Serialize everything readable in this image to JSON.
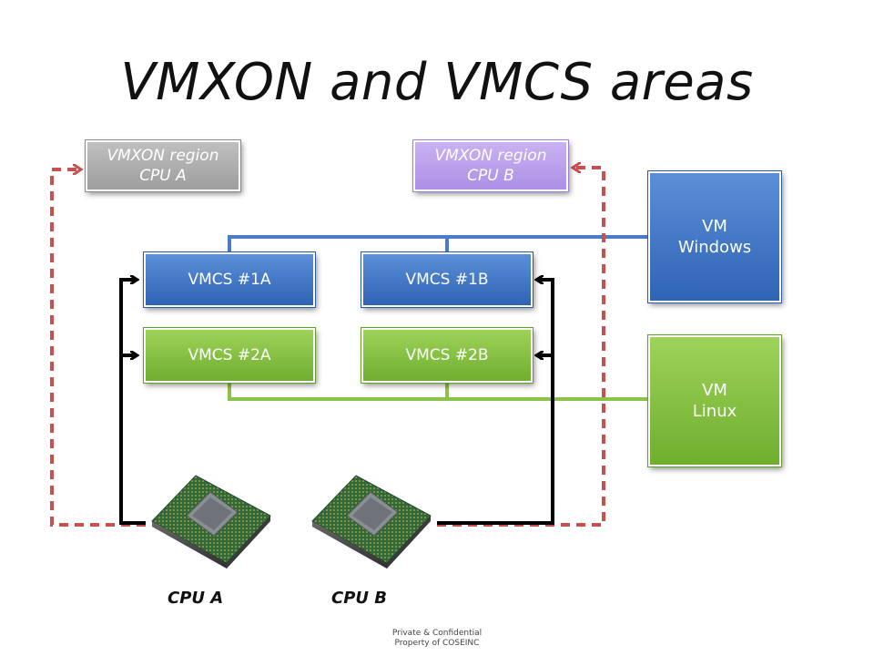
{
  "title": "VMXON and VMCS areas",
  "vmxon": {
    "a": "VMXON region\nCPU A",
    "b": "VMXON region\nCPU B"
  },
  "vmcs": {
    "1a": "VMCS #1A",
    "1b": "VMCS #1B",
    "2a": "VMCS #2A",
    "2b": "VMCS #2B"
  },
  "vm": {
    "windows": "VM\nWindows",
    "linux": "VM\nLinux"
  },
  "cpu": {
    "a": "CPU A",
    "b": "CPU B"
  },
  "footer": "Private & Confidential\nProperty of COSEINC",
  "colors": {
    "blue": "#3a6fc0",
    "green": "#8bc34a",
    "dashed_red": "#c9504f",
    "arrow_black": "#000000"
  }
}
